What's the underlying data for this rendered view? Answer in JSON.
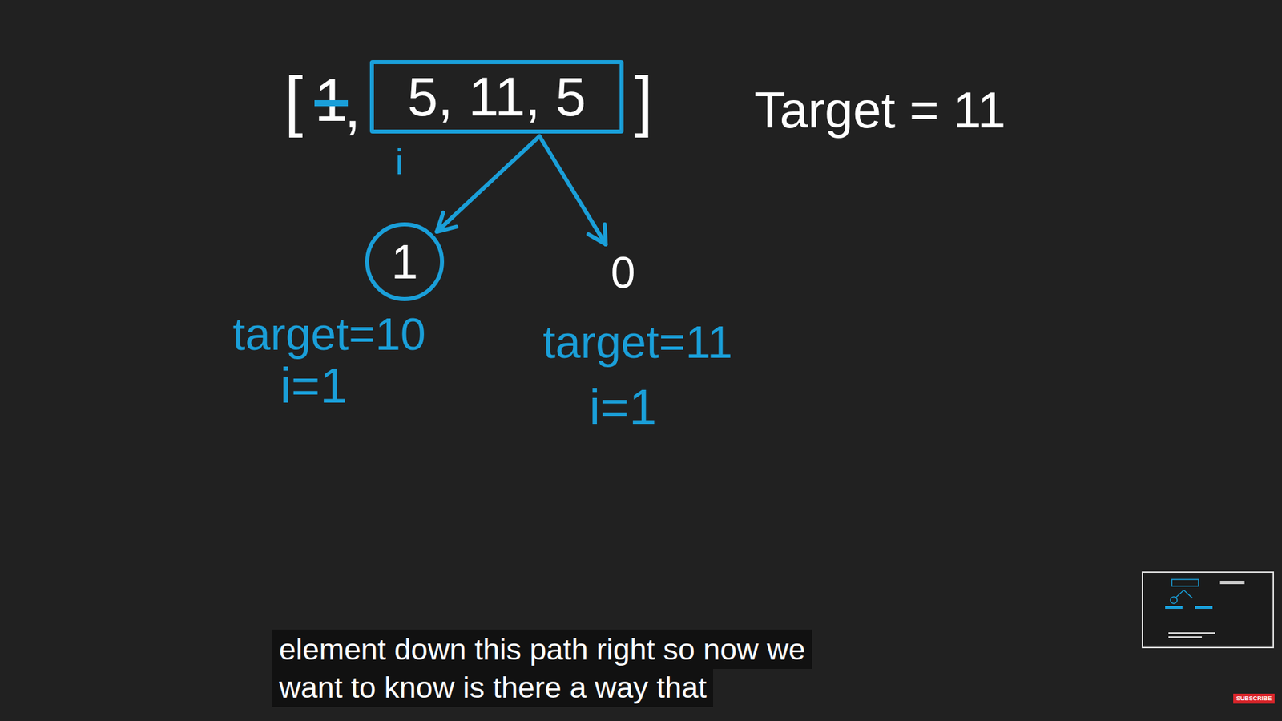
{
  "diagram": {
    "caption": "element down this path right so now we want to know is there a way that",
    "nodes": [
      {
        "text": [
          "5, 11, 5"
        ]
      },
      {
        "text": [
          "1"
        ]
      },
      {
        "text": [
          "0"
        ]
      }
    ],
    "edges": [
      {
        "from": 0,
        "to": 1,
        "arrow": "to"
      },
      {
        "from": 0,
        "to": 2,
        "arrow": "to"
      }
    ],
    "labels": [
      "[",
      "1",
      ",",
      "]",
      "Target = 11",
      "i",
      "target=10",
      "i=1",
      "target=11",
      "i=1",
      "SUBSCRIBE"
    ]
  }
}
